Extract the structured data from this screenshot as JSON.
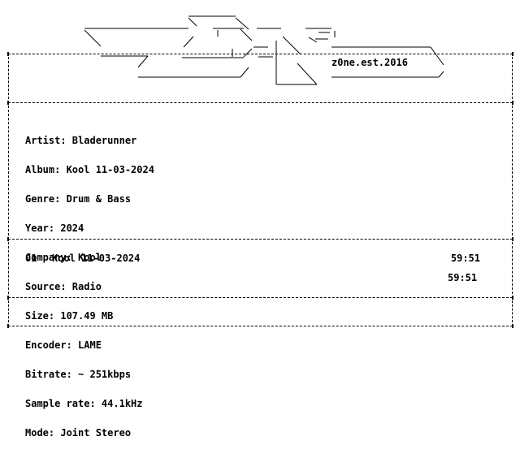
{
  "logo": {
    "tagline": "z0ne.est.2016"
  },
  "info": {
    "lines": [
      "Artist: Bladerunner",
      "Album: Kool 11-03-2024",
      "Genre: Drum & Bass",
      "Year: 2024",
      "Company: Kool",
      "Source: Radio",
      "Size: 107.49 MB",
      "Encoder: LAME",
      "Bitrate: ~ 251kbps",
      "Sample rate: 44.1kHz",
      "Mode: Joint Stereo"
    ]
  },
  "tracklist": {
    "tracks": [
      {
        "number": "01",
        "title": "Kool 11-03-2024",
        "duration": "59:51"
      }
    ],
    "total_duration": "59:51"
  }
}
